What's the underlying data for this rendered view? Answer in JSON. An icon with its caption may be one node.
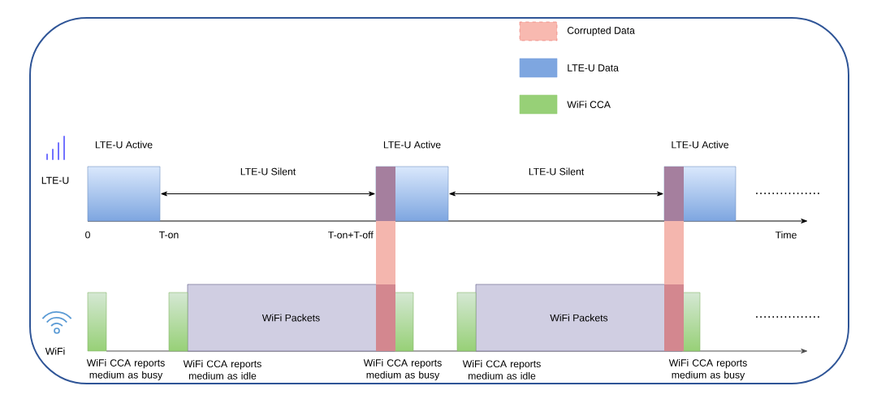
{
  "diagram": {
    "nodes": [
      {
        "text": [],
        "shape": "box",
        "beside": [
          "LTE-U Active"
        ]
      },
      {
        "text": [],
        "shape": "box",
        "beside": [
          "LTE-U Active"
        ]
      },
      {
        "text": [],
        "shape": "box",
        "beside": [
          "LTE-U Active"
        ]
      },
      {
        "text": [
          "WiFi Packets"
        ]
      },
      {
        "text": [
          "WiFi Packets"
        ]
      },
      {
        "text": [],
        "shape": "bar",
        "beside": [
          "WiFi CCA reports medium as busy"
        ]
      },
      {
        "text": [],
        "shape": "bar",
        "beside": [
          "WiFi CCA reports medium as idle"
        ]
      },
      {
        "text": [],
        "shape": "bar",
        "beside": [
          "WiFi CCA reports medium as busy"
        ]
      },
      {
        "text": [],
        "shape": "bar",
        "beside": [
          "WiFi CCA reports medium as idle"
        ]
      },
      {
        "text": [],
        "shape": "bar",
        "beside": [
          "WiFi CCA reports medium as busy"
        ]
      }
    ],
    "edges": [
      {
        "from": 0,
        "to": 1,
        "arrow": "both",
        "label": "LTE-U Silent"
      },
      {
        "from": 1,
        "to": 2,
        "arrow": "both",
        "label": "LTE-U Silent"
      }
    ],
    "labels": [
      "LTE-U",
      "0",
      "T-on",
      "T-on+T-off",
      "Time",
      "WiFi"
    ],
    "legend": [
      {
        "text": "Corrupted Data",
        "color": "#f8b9b0"
      },
      {
        "text": "LTE-U Data",
        "color": "#7ea6e0"
      },
      {
        "text": "WiFi CCA",
        "color": "#97d077"
      }
    ]
  }
}
